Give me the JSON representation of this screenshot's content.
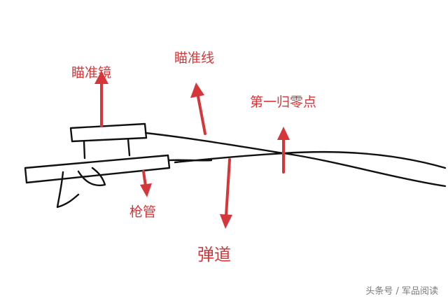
{
  "labels": {
    "scope": "瞄准镜",
    "sight_line": "瞄准线",
    "first_zero": "第一归零点",
    "barrel": "枪管",
    "trajectory": "弹道"
  },
  "watermark": "头条号 / 军品阅读",
  "colors": {
    "annotation": "#d6363a",
    "sketch": "#111111",
    "watermark": "#7a7a7a",
    "background": "#ffffff"
  }
}
